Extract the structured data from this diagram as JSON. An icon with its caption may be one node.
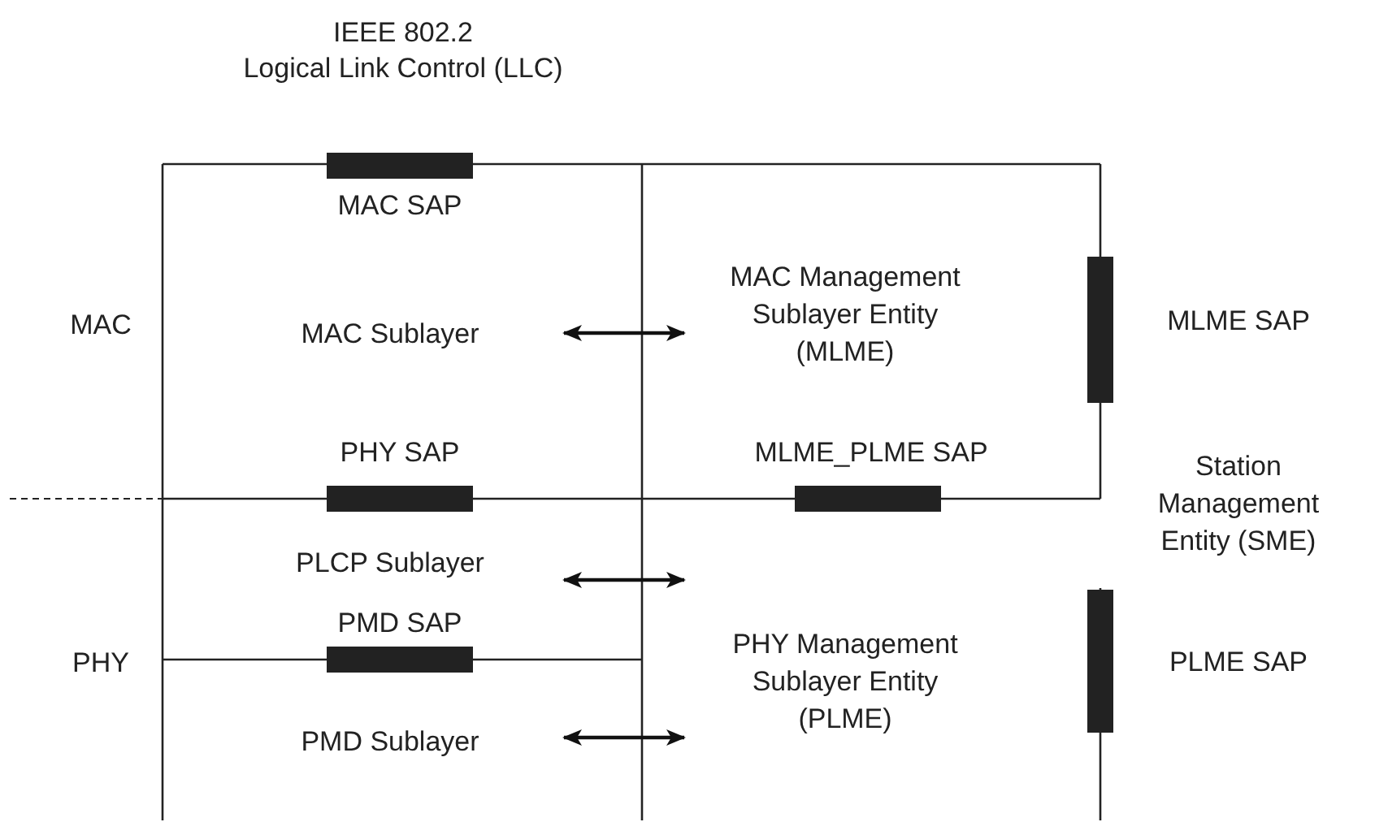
{
  "diagram": {
    "nodes": [
      {
        "text": [
          "MAC Sublayer"
        ]
      },
      {
        "text": [
          "MAC Management Sublayer Entity (MLME)"
        ]
      },
      {
        "text": [
          "PLCP Sublayer"
        ]
      },
      {
        "text": [
          "PMD Sublayer"
        ]
      },
      {
        "text": [
          "PHY Management Sublayer Entity (PLME)"
        ]
      },
      {
        "text": [
          "MAC SAP"
        ]
      },
      {
        "text": [
          "MLME SAP"
        ]
      },
      {
        "text": [
          "PHY SAP"
        ]
      },
      {
        "text": [
          "MLME_PLME SAP"
        ]
      },
      {
        "text": [
          "PMD SAP"
        ]
      },
      {
        "text": [
          "PLME SAP"
        ]
      }
    ],
    "edges": [
      {
        "from": 0,
        "to": 1,
        "arrow": "both"
      },
      {
        "from": 2,
        "to": 4,
        "arrow": "both"
      },
      {
        "from": 3,
        "to": 4,
        "arrow": "both"
      }
    ],
    "labels": [
      "IEEE 802.2",
      "Logical Link Control (LLC)",
      "MAC",
      "Station Management Entity (SME)",
      "PHY"
    ]
  }
}
